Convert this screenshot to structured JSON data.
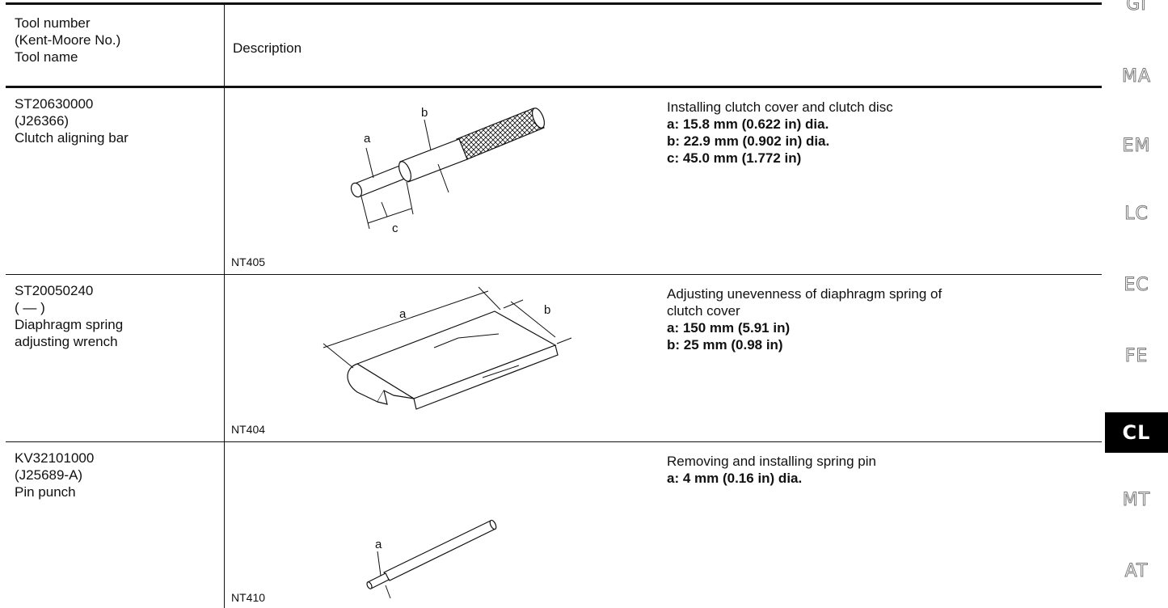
{
  "header": {
    "tool_col": "Tool number\n(Kent-Moore No.)\nTool name",
    "desc_col": "Description"
  },
  "rows": [
    {
      "tool": "ST20630000\n(J26366)\nClutch aligning bar",
      "figure_code": "NT405",
      "labels": [
        "a",
        "b",
        "c"
      ],
      "description": "Installing clutch cover and clutch disc",
      "specs": [
        "a: 15.8 mm (0.622 in) dia.",
        "b: 22.9 mm (0.902 in) dia.",
        "c: 45.0 mm (1.772 in)"
      ]
    },
    {
      "tool": "ST20050240\n(        —        )\nDiaphragm spring\nadjusting wrench",
      "figure_code": "NT404",
      "labels": [
        "a",
        "b"
      ],
      "description": "Adjusting unevenness of diaphragm spring of\nclutch cover",
      "specs": [
        "a: 150 mm (5.91 in)",
        "b: 25 mm (0.98 in)"
      ]
    },
    {
      "tool": "KV32101000\n(J25689-A)\nPin punch",
      "figure_code": "NT410",
      "labels": [
        "a"
      ],
      "description": "Removing and installing spring pin",
      "specs": [
        "a: 4 mm (0.16 in) dia."
      ]
    }
  ],
  "side_tabs": [
    "GI",
    "MA",
    "EM",
    "LC",
    "EC",
    "FE",
    "CL",
    "MT",
    "AT"
  ],
  "active_tab": "CL"
}
